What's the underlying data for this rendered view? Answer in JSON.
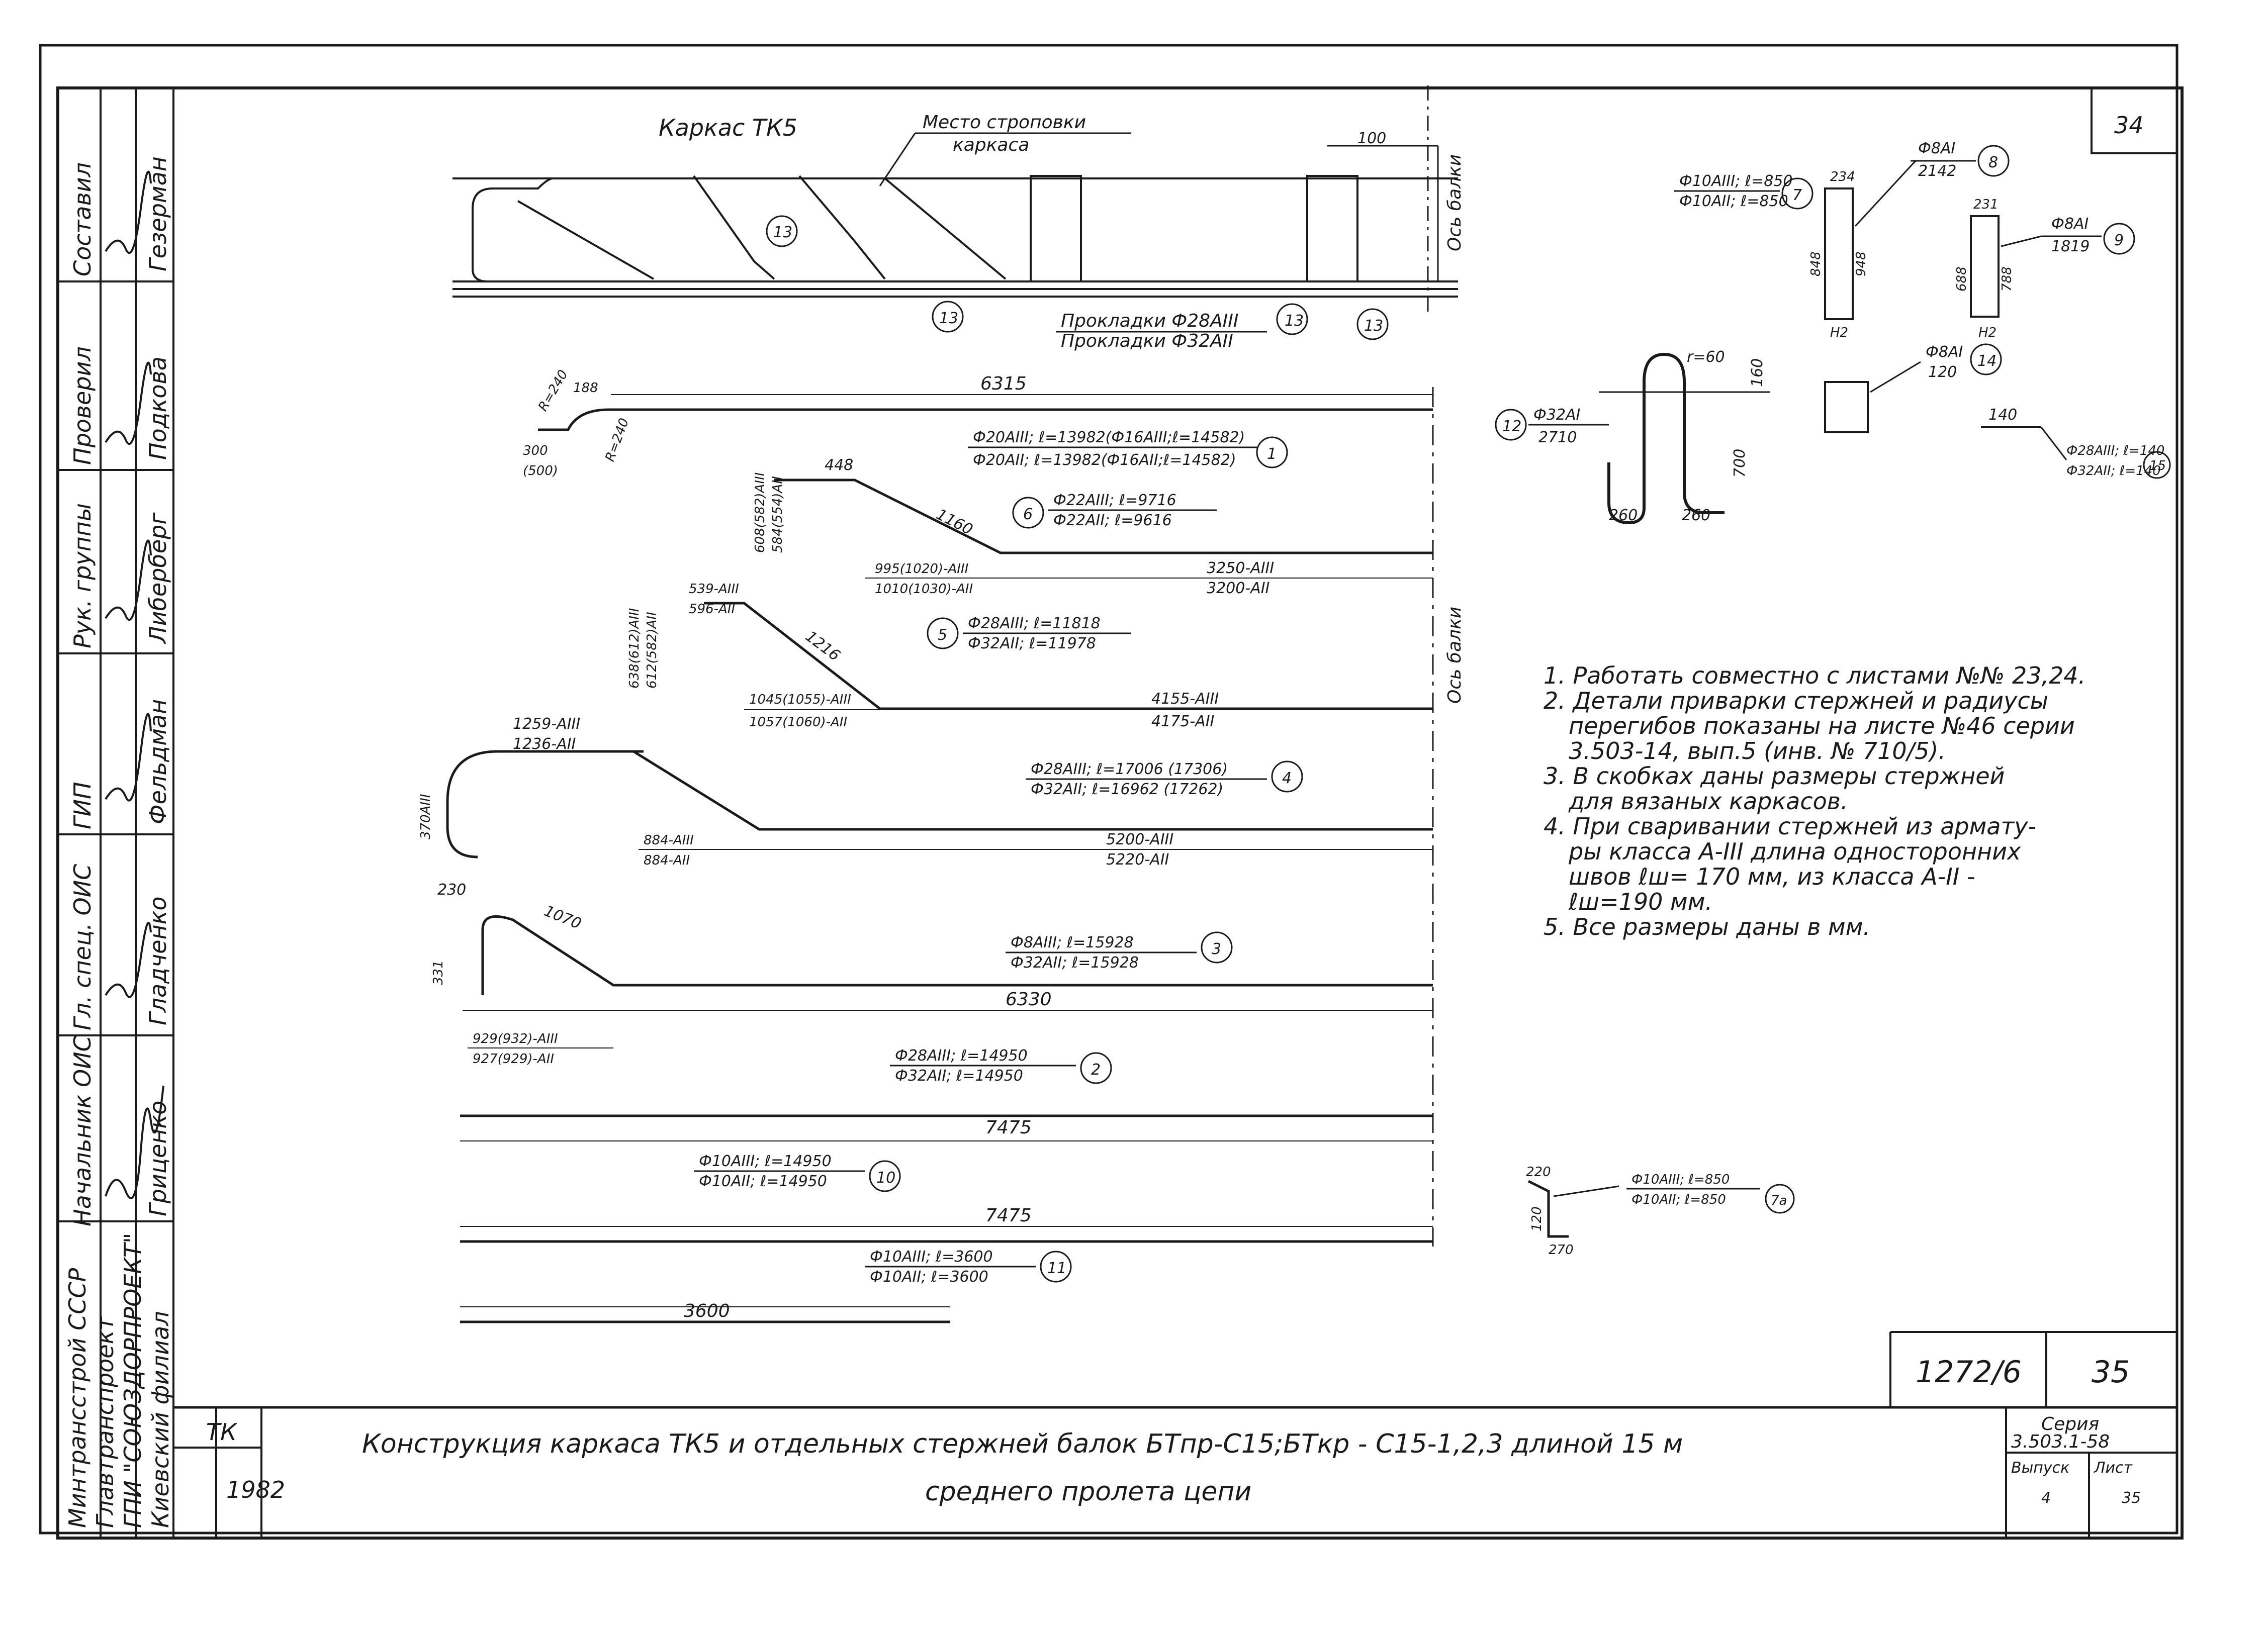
{
  "sheet": {
    "page_number_top": "34",
    "archive_number": "1272/6",
    "archive_sheet": "35",
    "section_label": "ТК",
    "year": "1982",
    "title_line1": "Конструкция каркаса ТК5 и отдельных стержней балок БТпр-С15;БТкр - С15-1,2,3 длиной 15 м",
    "title_line2": "среднего пролета цепи",
    "series_label": "Серия",
    "series_value": "3.503.1-58",
    "issue_label": "Выпуск",
    "sheet_label": "Лист",
    "issue_value": "4",
    "sheet_value": "35"
  },
  "organization": {
    "lines": [
      "Минтрансстрой СССР",
      "Главтранспроект",
      "ГПИ \"СОЮЗДОРПРОЕКТ\"",
      "Киевский филиал"
    ]
  },
  "stamp": [
    {
      "role": "Составил",
      "name": "Гезерман"
    },
    {
      "role": "Проверил",
      "name": "Подкова"
    },
    {
      "role": "Рук. группы",
      "name": "Либерберг"
    },
    {
      "role": "ГИП",
      "name": "Фельдман"
    },
    {
      "role": "Гл. спец. ОИС",
      "name": "Гладченко"
    },
    {
      "role": "Начальник ОИС",
      "name": "Гриценко"
    }
  ],
  "frame_title": "Каркас ТК5",
  "sling_label_1": "Место строповки",
  "sling_label_2": "каркаса",
  "pad_label_1": "Прокладки Ф28АIII",
  "pad_label_2": "Прокладки Ф32АII",
  "beam_axis": "Ось балки",
  "notes": [
    "1. Работать совместно с листами №№ 23,24.",
    "2. Детали приварки стержней и радиусы",
    "перегибов показаны на листе №46 серии",
    "3.503-14, вып.5 (инв. № 710/5).",
    "3. В скобках даны размеры стержней",
    "для вязаных каркасов.",
    "4. При сваривании стержней из армату-",
    "ры класса А-III длина односторонних",
    "швов ℓш= 170 мм, из класса А-II -",
    "ℓш=190 мм.",
    "5. Все размеры даны в мм."
  ],
  "bars": [
    {
      "no": "1",
      "spec1": "Ф20АIII; ℓ=13982(Ф16АIII;ℓ=14582)",
      "spec2": "Ф20АII; ℓ=13982(Ф16АII;ℓ=14582)",
      "length": "6315",
      "d1": "188",
      "d2": "300",
      "d3": "(500)",
      "d4": "R=240",
      "d5": "R=240"
    },
    {
      "no": "6",
      "spec1": "Ф22АIII; ℓ=9716",
      "spec2": "Ф22АII; ℓ=9616",
      "length": "3250-АIII",
      "length2": "3200-АII",
      "top": "448",
      "slope": "1160",
      "h1": "608(582)АIII",
      "h2": "584(554)АII",
      "b1": "995(1020)-АIII",
      "b2": "1010(1030)-АII"
    },
    {
      "no": "5",
      "spec1": "Ф28АIII; ℓ=11818",
      "spec2": "Ф32АII; ℓ=11978",
      "length": "4155-АIII",
      "length2": "4175-АII",
      "top1": "539-АIII",
      "top2": "596-АII",
      "slope": "1216",
      "h1": "638(612)АIII",
      "h2": "612(582)АII",
      "b1": "1045(1055)-АIII",
      "b2": "1057(1060)-АII"
    },
    {
      "no": "4",
      "spec1": "Ф28АIII; ℓ=17006 (17306)",
      "spec2": "Ф32АII; ℓ=16962 (17262)",
      "length": "5200-АIII",
      "length2": "5220-АII",
      "top1": "1259-АIII",
      "top2": "1236-АII",
      "b1": "884-АIII",
      "b2": "884-АII",
      "h": "370АIII"
    },
    {
      "no": "3",
      "spec1": "Ф8АIII; ℓ=15928",
      "spec2": "Ф32АII; ℓ=15928",
      "length": "6330",
      "slope": "1070",
      "top": "230",
      "h": "331",
      "b1": "929(932)-АIII",
      "b2": "927(929)-АII"
    },
    {
      "no": "2",
      "spec1": "Ф28АIII; ℓ=14950",
      "spec2": "Ф32АII; ℓ=14950",
      "length": "7475"
    },
    {
      "no": "10",
      "spec1": "Ф10АIII; ℓ=14950",
      "spec2": "Ф10АII; ℓ=14950",
      "length": "7475"
    },
    {
      "no": "11",
      "spec1": "Ф10АIII; ℓ=3600",
      "spec2": "Ф10АII; ℓ=3600",
      "length": "3600"
    }
  ],
  "details": {
    "d7_spec1": "Ф10АIII; ℓ=850",
    "d7_spec2": "Ф10АII; ℓ=850",
    "d7_no": "7",
    "d8_spec": "Ф8АI",
    "d8_len": "2142",
    "d8_no": "8",
    "d9_spec": "Ф8АI",
    "d9_len": "1819",
    "d9_no": "9",
    "d12_spec": "Ф32АI",
    "d12_len": "2710",
    "d12_no": "12",
    "d12_w1": "260",
    "d12_w2": "260",
    "d12_h": "700",
    "d12_top": "160",
    "d14_spec": "Ф8АI",
    "d14_len": "120",
    "d14_no": "14",
    "d15_spec1": "Ф28АIII; ℓ=140",
    "d15_spec2": "Ф32АII; ℓ=140",
    "d15_no": "15",
    "d15_len": "140",
    "d7a_spec1": "Ф10АIII; ℓ=850",
    "d7a_spec2": "Ф10АII; ℓ=850",
    "d7a_no": "7a",
    "d7a_a": "220",
    "d7a_b": "120",
    "d7a_c": "270",
    "d13_no": "13",
    "frame_dims": [
      "100",
      "234",
      "848",
      "948",
      "688",
      "788",
      "231",
      "H2"
    ]
  }
}
